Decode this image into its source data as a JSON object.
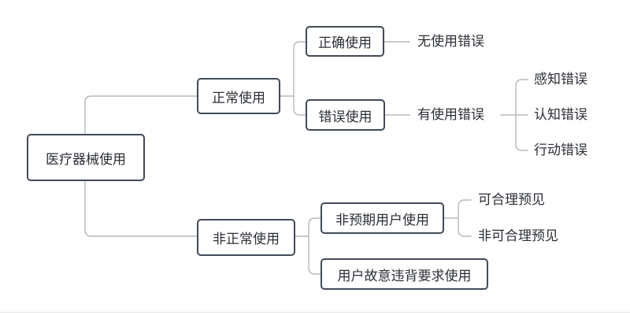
{
  "nodes": {
    "root": "医疗器械使用",
    "normal_use": "正常使用",
    "abnormal_use": "非正常使用",
    "correct_use": "正确使用",
    "wrong_use": "错误使用",
    "no_use_error": "无使用错误",
    "has_use_error": "有使用错误",
    "perception_error": "感知错误",
    "cognition_error": "认知错误",
    "action_error": "行动错误",
    "unintended_user_use": "非预期用户使用",
    "deliberate_violation": "用户故意违背要求使用",
    "foreseeable": "可合理预见",
    "unforeseeable": "非可合理预见"
  },
  "colors": {
    "box_border": "#424a55",
    "connector": "#b5b9bf",
    "text": "#2b2f36"
  }
}
